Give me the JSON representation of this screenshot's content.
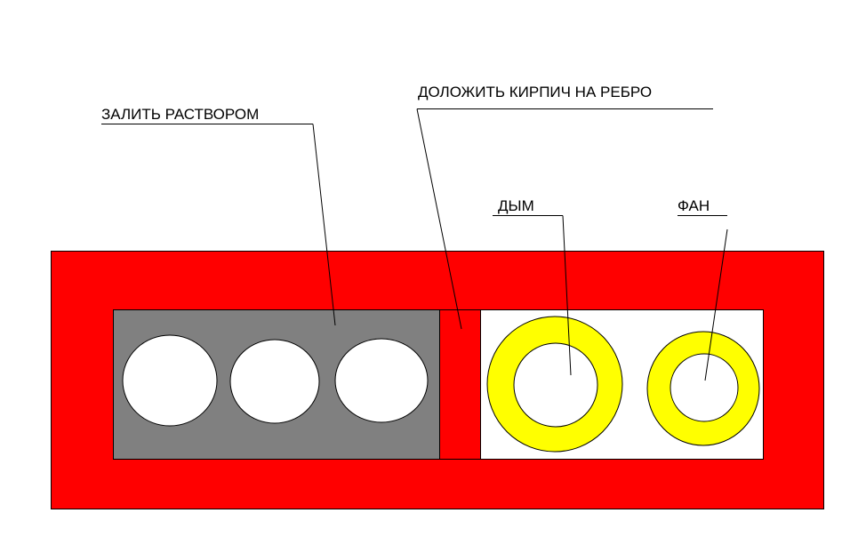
{
  "labels": {
    "fill_mortar": "ЗАЛИТЬ РАСТВОРОМ",
    "brick_on_edge": "ДОЛОЖИТЬ КИРПИЧ НА РЕБРО",
    "smoke": "ДЫМ",
    "fan": "ФАН"
  },
  "colors": {
    "background": "#ffffff",
    "brick": "#ff0000",
    "mortar_block": "#808080",
    "void": "#ffffff",
    "flue_ring": "#ffff00",
    "outline": "#000000"
  }
}
